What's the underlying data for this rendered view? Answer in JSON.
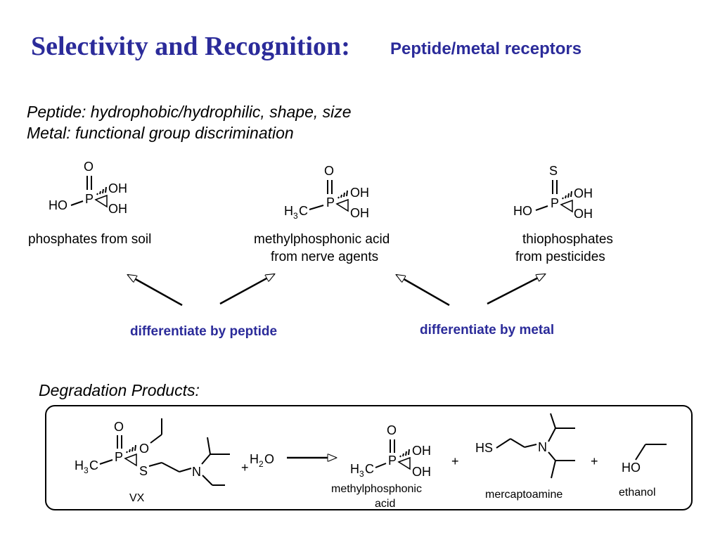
{
  "title": {
    "main": "Selectivity and Recognition:",
    "subtitle": "Peptide/metal receptors"
  },
  "criteria": {
    "peptide": "Peptide:  hydrophobic/hydrophilic, shape, size",
    "metal": "Metal:  functional group discrimination"
  },
  "molecules": {
    "phosphate": {
      "top": "O",
      "left": "HO",
      "center": "P",
      "r1": "OH",
      "r2": "OH"
    },
    "methylphosphonic": {
      "top": "O",
      "left_h": "H",
      "left_sub": "3",
      "left_c": "C",
      "center": "P",
      "r1": "OH",
      "r2": "OH"
    },
    "thiophosphate": {
      "top": "S",
      "left": "HO",
      "center": "P",
      "r1": "OH",
      "r2": "OH"
    }
  },
  "captions": {
    "phosphate": "phosphates from soil",
    "methylphosphonic_line1": "methylphosphonic acid",
    "methylphosphonic_line2": "from nerve agents",
    "thiophosphate_line1": "thiophosphates",
    "thiophosphate_line2": "from pesticides"
  },
  "differentiators": {
    "peptide": "differentiate by peptide",
    "metal": "differentiate by metal"
  },
  "degradation": {
    "heading": "Degradation Products:",
    "vx": {
      "top": "O",
      "center": "P",
      "h": "H",
      "sub3": "3",
      "c": "C",
      "o": "O",
      "s": "S",
      "n": "N",
      "label": "VX"
    },
    "plus1": "+",
    "water": {
      "h": "H",
      "sub": "2",
      "o": "O"
    },
    "mpa": {
      "top": "O",
      "center": "P",
      "h": "H",
      "sub3": "3",
      "c": "C",
      "r1": "OH",
      "r2": "OH",
      "label_line1": "methylphosphonic",
      "label_line2": "acid"
    },
    "plus2": "+",
    "mercaptoamine": {
      "hs": "HS",
      "n": "N",
      "label": "mercaptoamine"
    },
    "plus3": "+",
    "ethanol": {
      "ho": "HO",
      "label": "ethanol"
    }
  },
  "colors": {
    "accent": "#2b2b9a",
    "ink": "#000000"
  }
}
